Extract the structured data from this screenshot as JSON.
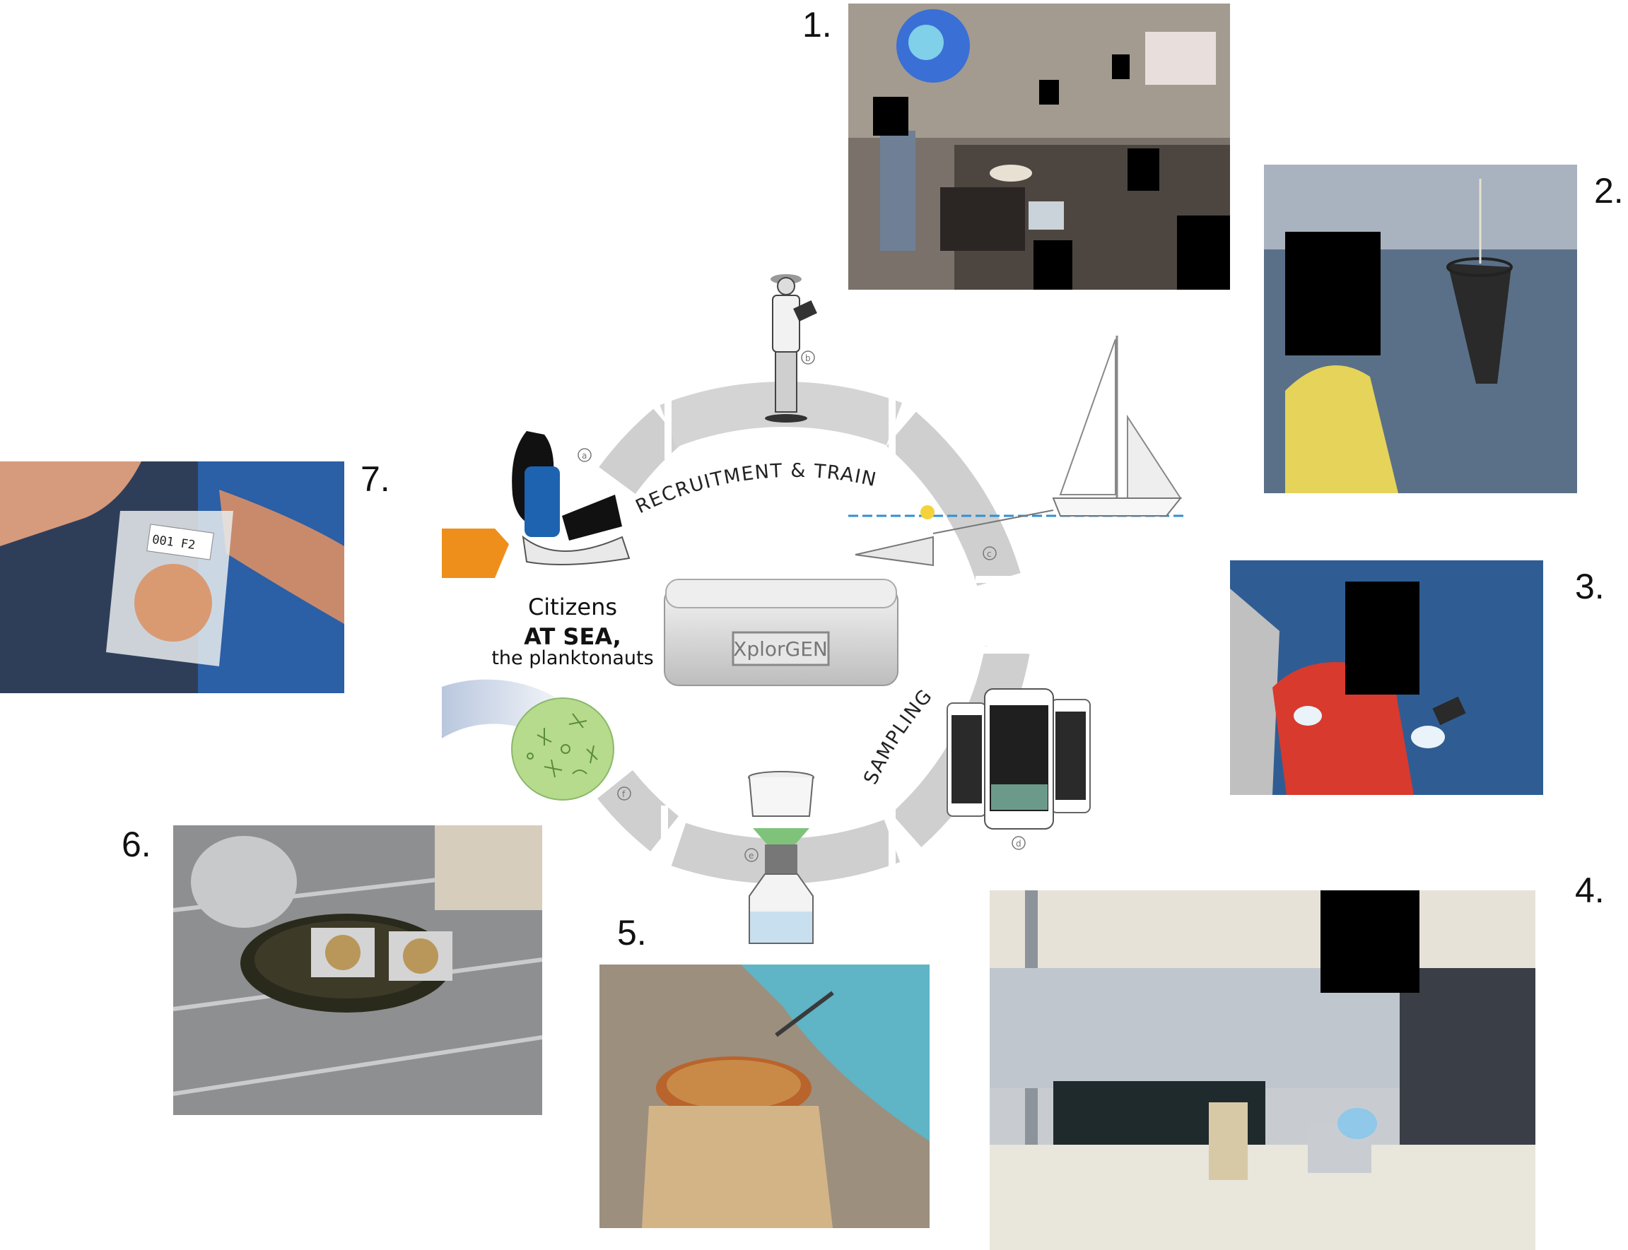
{
  "steps": [
    {
      "id": 1,
      "label": "1."
    },
    {
      "id": 2,
      "label": "2."
    },
    {
      "id": 3,
      "label": "3."
    },
    {
      "id": 4,
      "label": "4."
    },
    {
      "id": 5,
      "label": "5."
    },
    {
      "id": 6,
      "label": "6."
    },
    {
      "id": 7,
      "label": "7."
    }
  ],
  "cycle": {
    "arc_top_label": "RECRUITMENT & TRAINING",
    "arc_right_label": "SAMPLING",
    "center_line1": "Citizens",
    "center_line2": "AT SEA,",
    "center_line3": "the planktonauts",
    "kit_label": "XplorGEN",
    "markers": [
      "a",
      "b",
      "c",
      "d",
      "e",
      "f"
    ]
  },
  "photo7": {
    "sample_tag": "001 F2"
  },
  "colors": {
    "ring": "#cfcfcf",
    "orange_tab": "#ee8f1c",
    "blue_tab": "#b9c7de",
    "plankton_green": "#b6db8c",
    "sea": "#2f5d93"
  }
}
